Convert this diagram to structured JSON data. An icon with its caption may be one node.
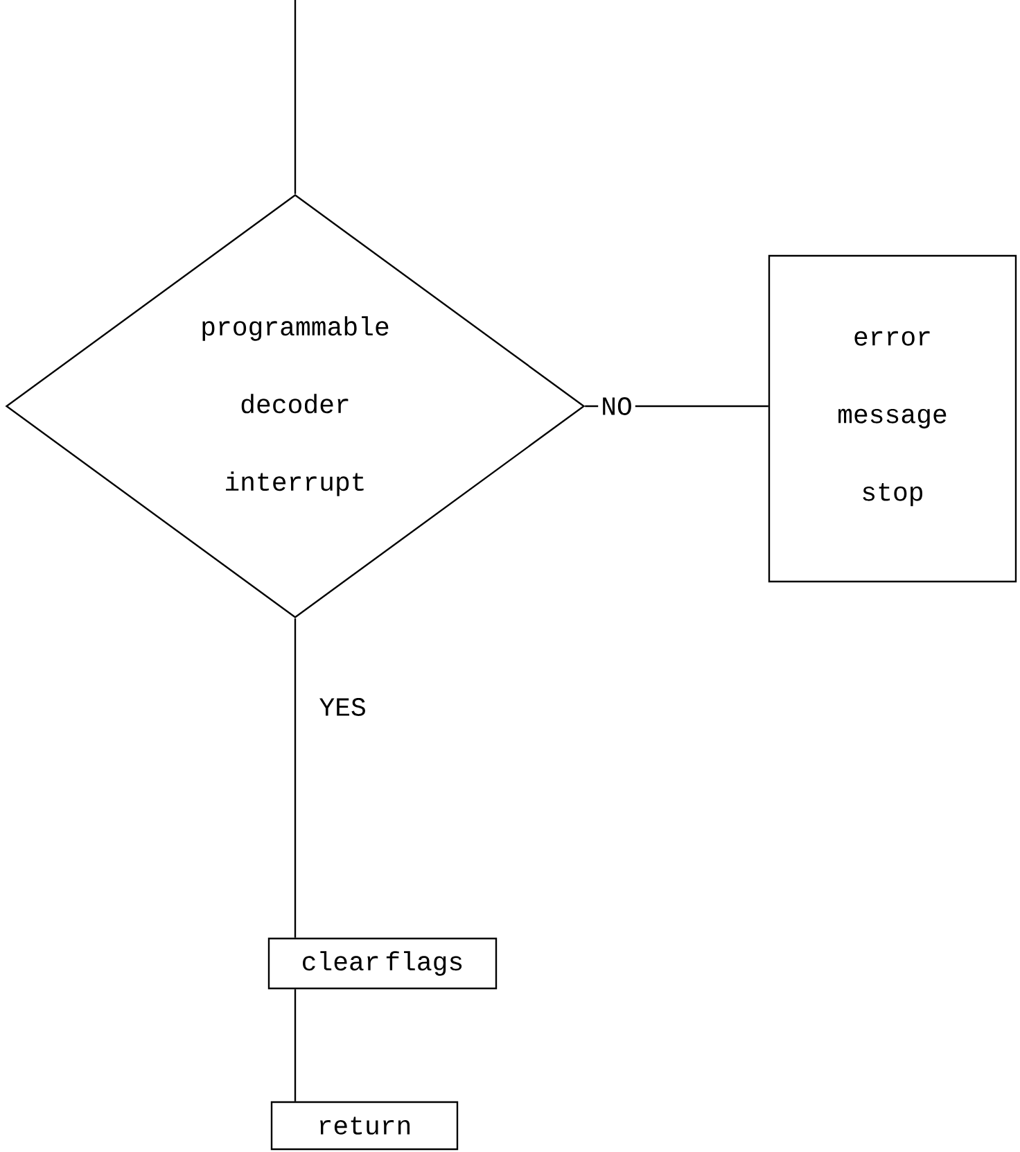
{
  "diagram": {
    "nodes": [
      {
        "text": [
          "programmable decoder interrupt"
        ]
      },
      {
        "text": [
          "error message stop"
        ]
      },
      {
        "text": [
          "clear flags"
        ]
      },
      {
        "text": [
          "return"
        ]
      }
    ],
    "edges": [
      {
        "from": null,
        "to": 0,
        "arrow": "none"
      },
      {
        "from": 0,
        "to": 1,
        "arrow": "none",
        "label": "NO"
      },
      {
        "from": 0,
        "to": 2,
        "arrow": "none",
        "label": "YES"
      },
      {
        "from": 2,
        "to": 3,
        "arrow": "none"
      }
    ]
  }
}
